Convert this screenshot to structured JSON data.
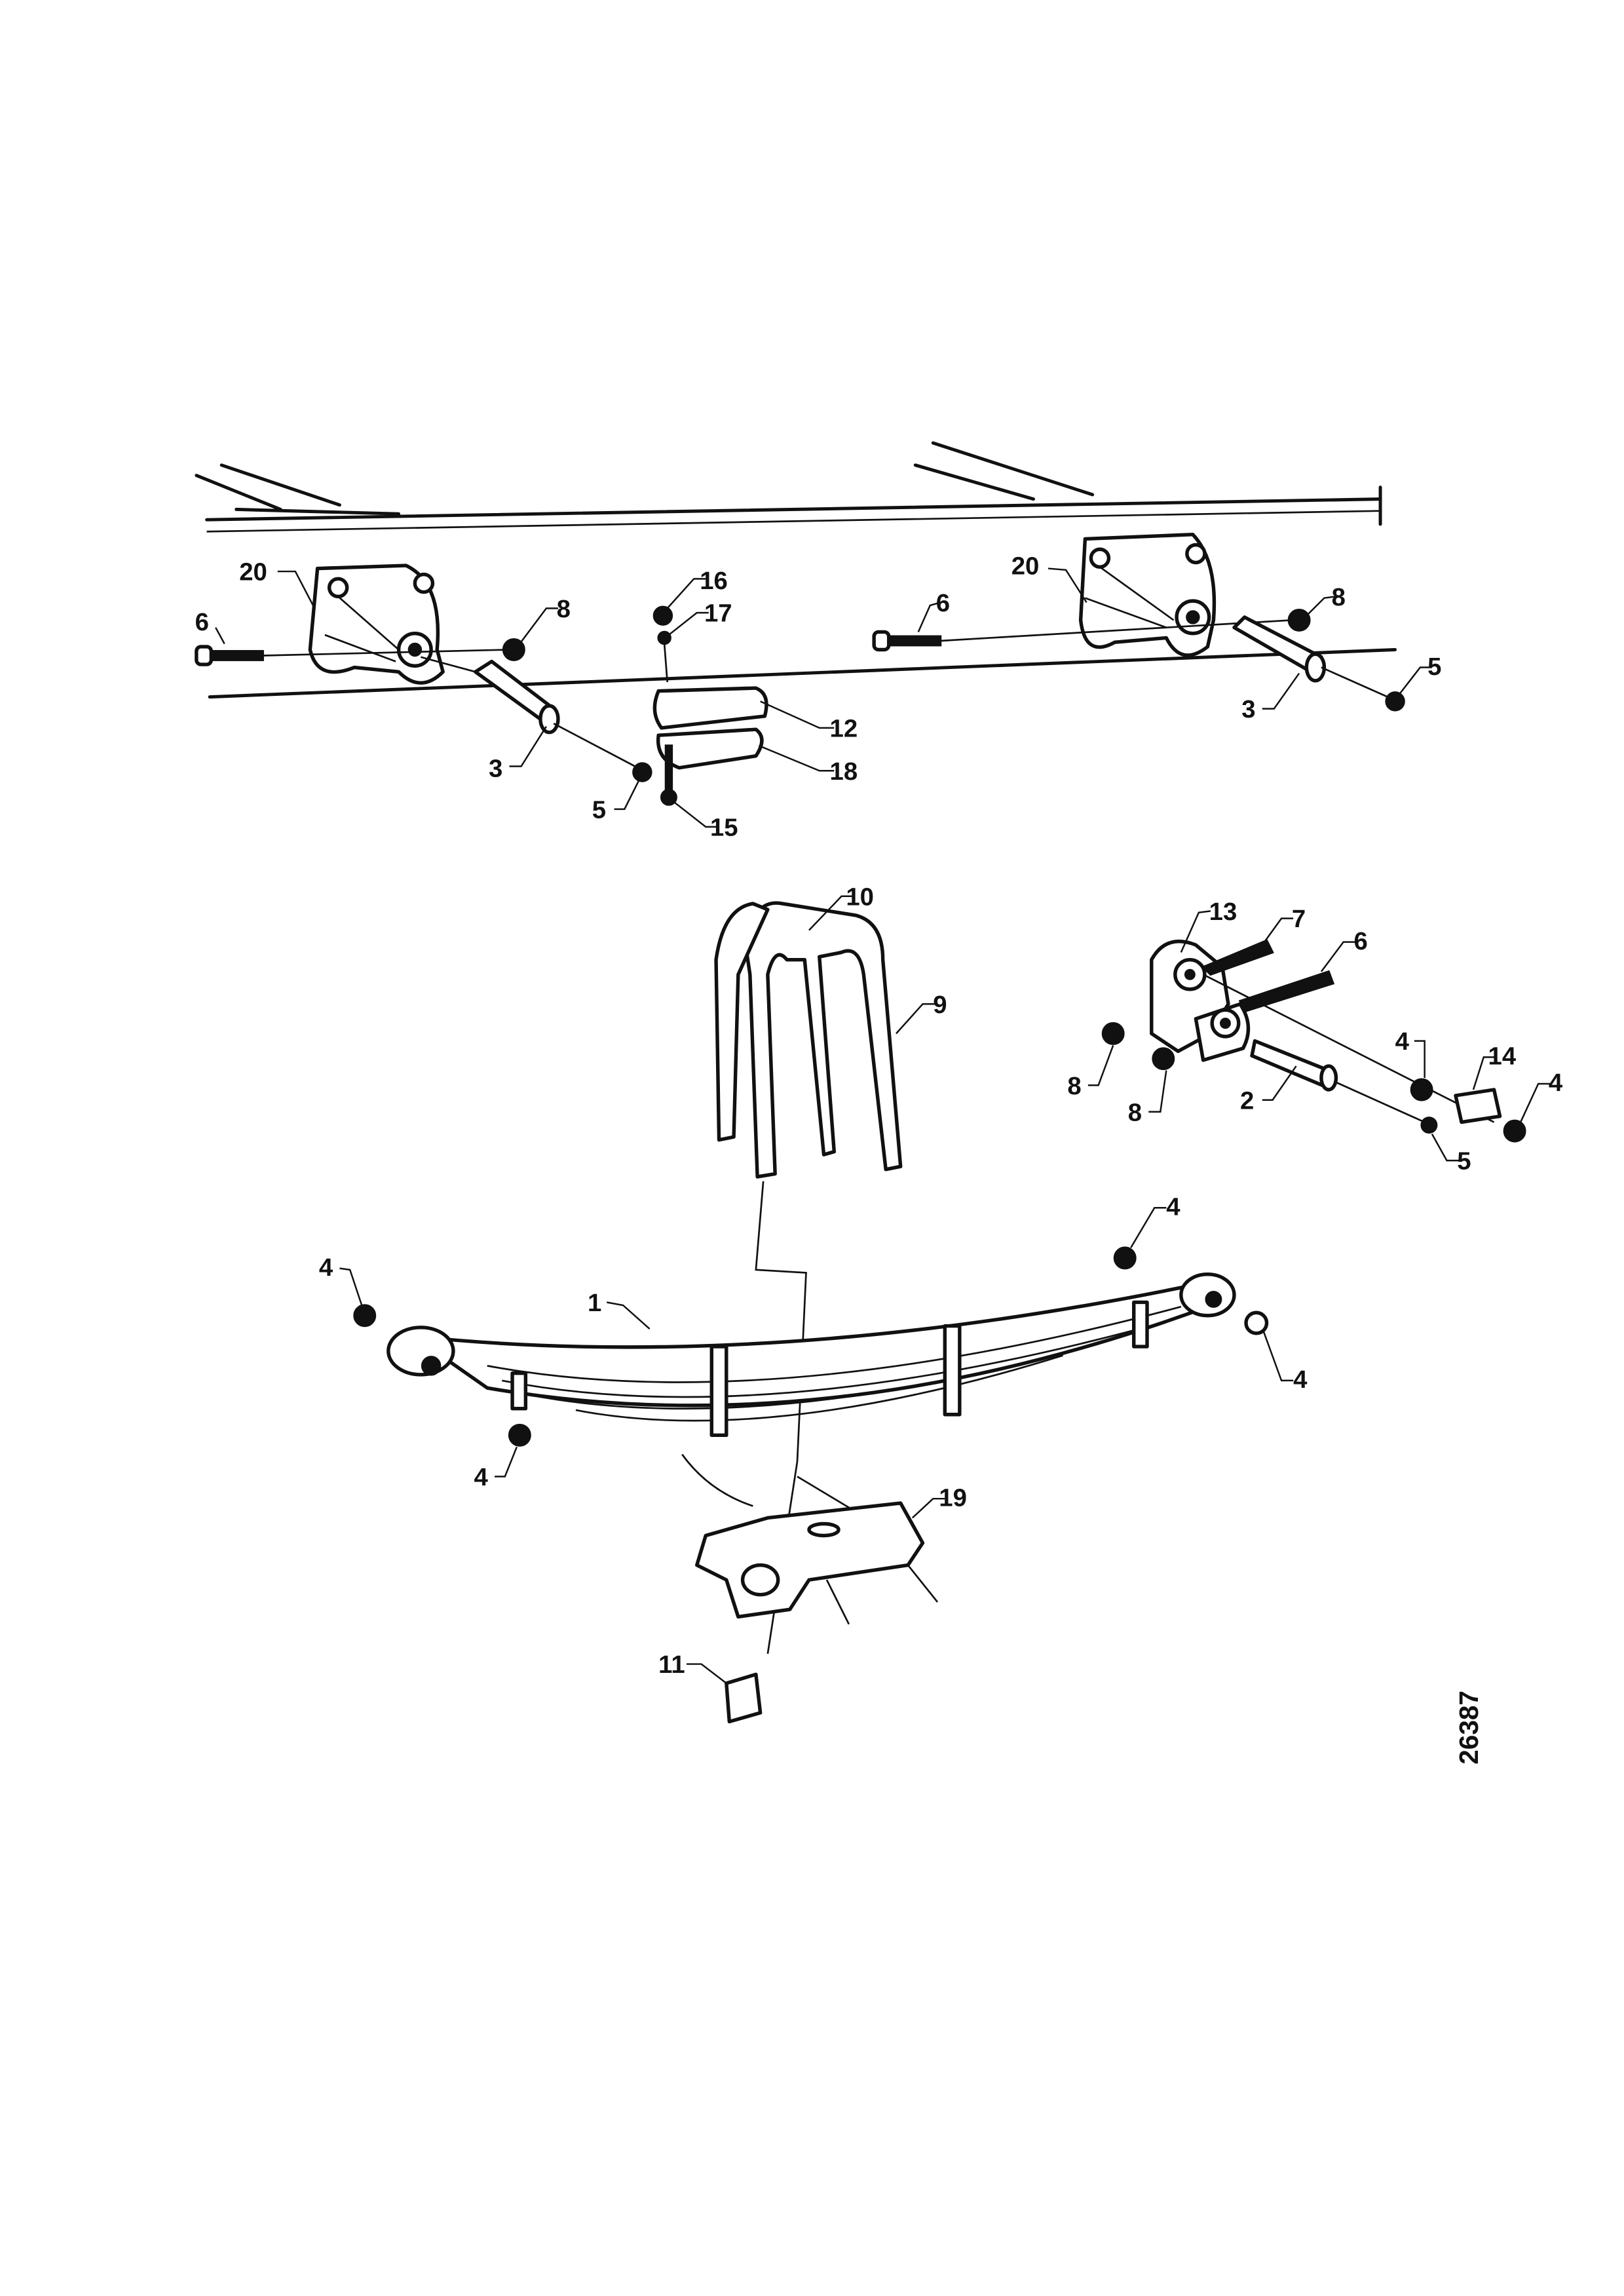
{
  "figure_number": "26387",
  "callouts": [
    {
      "id": "20a",
      "text": "20"
    },
    {
      "id": "6a",
      "text": "6"
    },
    {
      "id": "8a",
      "text": "8"
    },
    {
      "id": "16",
      "text": "16"
    },
    {
      "id": "17",
      "text": "17"
    },
    {
      "id": "6b",
      "text": "6"
    },
    {
      "id": "20b",
      "text": "20"
    },
    {
      "id": "8b",
      "text": "8"
    },
    {
      "id": "12",
      "text": "12"
    },
    {
      "id": "18",
      "text": "18"
    },
    {
      "id": "3a",
      "text": "3"
    },
    {
      "id": "5a",
      "text": "5"
    },
    {
      "id": "15",
      "text": "15"
    },
    {
      "id": "3b",
      "text": "3"
    },
    {
      "id": "5b",
      "text": "5"
    },
    {
      "id": "13",
      "text": "13"
    },
    {
      "id": "7",
      "text": "7"
    },
    {
      "id": "6c",
      "text": "6"
    },
    {
      "id": "4a",
      "text": "4"
    },
    {
      "id": "14",
      "text": "14"
    },
    {
      "id": "4b",
      "text": "4"
    },
    {
      "id": "8c",
      "text": "8"
    },
    {
      "id": "8d",
      "text": "8"
    },
    {
      "id": "2",
      "text": "2"
    },
    {
      "id": "5c",
      "text": "5"
    },
    {
      "id": "10",
      "text": "10"
    },
    {
      "id": "9",
      "text": "9"
    },
    {
      "id": "4c",
      "text": "4"
    },
    {
      "id": "1",
      "text": "1"
    },
    {
      "id": "4d",
      "text": "4"
    },
    {
      "id": "4e",
      "text": "4"
    },
    {
      "id": "4f",
      "text": "4"
    },
    {
      "id": "19",
      "text": "19"
    },
    {
      "id": "11",
      "text": "11"
    }
  ]
}
